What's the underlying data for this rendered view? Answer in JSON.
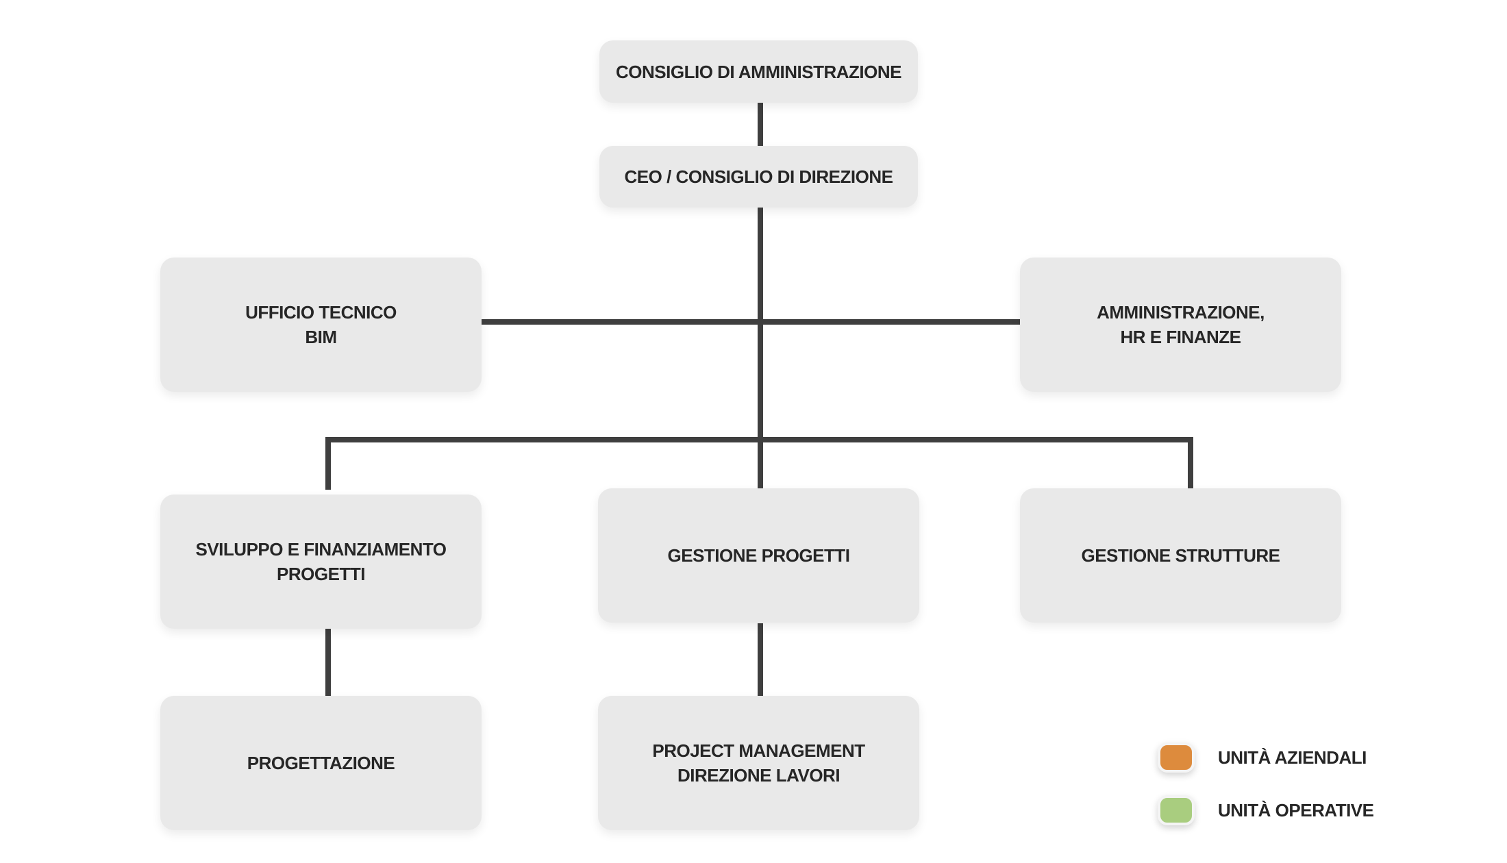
{
  "nodes": {
    "board": {
      "line1": "CONSIGLIO DI AMMINISTRAZIONE"
    },
    "ceo": {
      "line1": "CEO / CONSIGLIO DI DIREZIONE"
    },
    "technical_office": {
      "line1": "UFFICIO TECNICO",
      "line2": "BIM"
    },
    "administration": {
      "line1": "AMMINISTRAZIONE,",
      "line2": "HR E FINANZE"
    },
    "development": {
      "line1": "SVILUPPO E FINANZIAMENTO",
      "line2": "PROGETTI"
    },
    "project_management": {
      "line1": "GESTIONE PROGETTI"
    },
    "facility_management": {
      "line1": "GESTIONE STRUTTURE"
    },
    "design": {
      "line1": "PROGETTAZIONE"
    },
    "pm_works": {
      "line1": "PROJECT MANAGEMENT",
      "line2": "DIREZIONE LAVORI"
    }
  },
  "legend": [
    {
      "label": "UNITÀ AZIENDALI",
      "color": "#dd8b3d"
    },
    {
      "label": "UNITÀ OPERATIVE",
      "color": "#a9cd7f"
    }
  ],
  "colors": {
    "box": "#e9e9e9",
    "text": "#262626",
    "connector": "#3f3f3f"
  }
}
